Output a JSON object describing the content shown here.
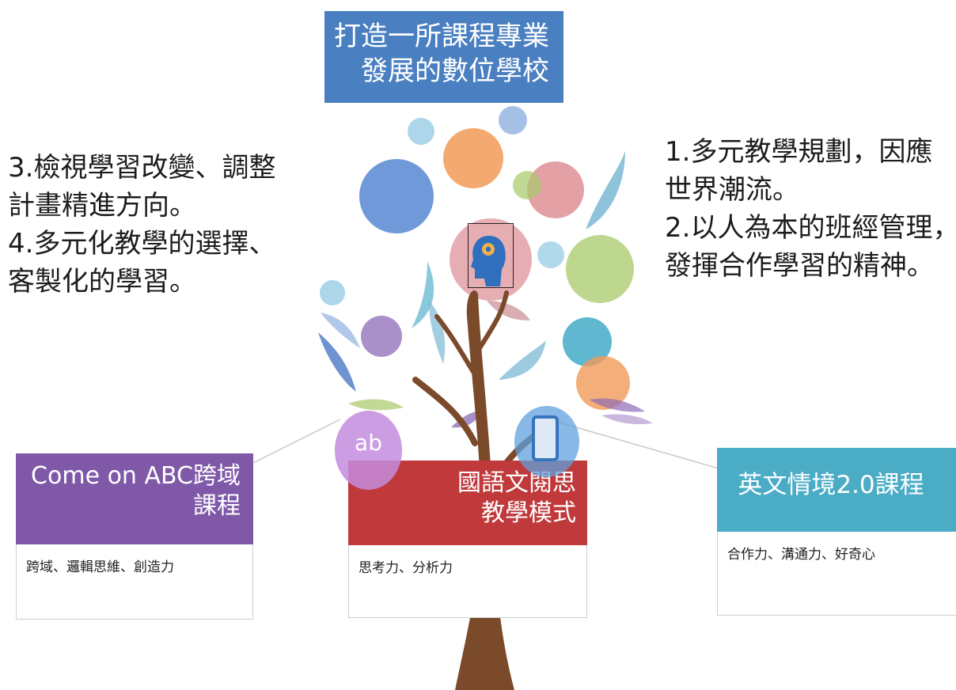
{
  "title": {
    "line1": "打造一所課程專業",
    "line2": "發展的數位學校"
  },
  "goals_left": [
    "3.檢視學習改變、調整",
    "計畫精進方向。",
    "4.多元化教學的選擇、",
    "客製化的學習。"
  ],
  "goals_right": [
    "1.多元教學規劃，因應",
    "世界潮流。",
    "2.以人為本的班經管理，",
    "發揮合作學習的精神。"
  ],
  "cards": [
    {
      "title_line1": "Come on  ABC跨域",
      "title_line2": "課程",
      "skills": "跨域、邏輯思維、創造力",
      "color": "#7f58a8"
    },
    {
      "title_line1": "國語文閱思",
      "title_line2": "教學模式",
      "skills": "思考力、分析力",
      "color": "#c0393b"
    },
    {
      "title_line1": "英文情境2.0課程",
      "skills": "合作力、溝通力、好奇心",
      "color": "#4bacc6"
    }
  ],
  "badge_abc_text": "ab",
  "icons": [
    "brain-gear-icon",
    "abc-icon",
    "smartphone-icon"
  ],
  "colors": {
    "title_bg": "#4a7fc1",
    "trunk": "#7a4a2a"
  }
}
